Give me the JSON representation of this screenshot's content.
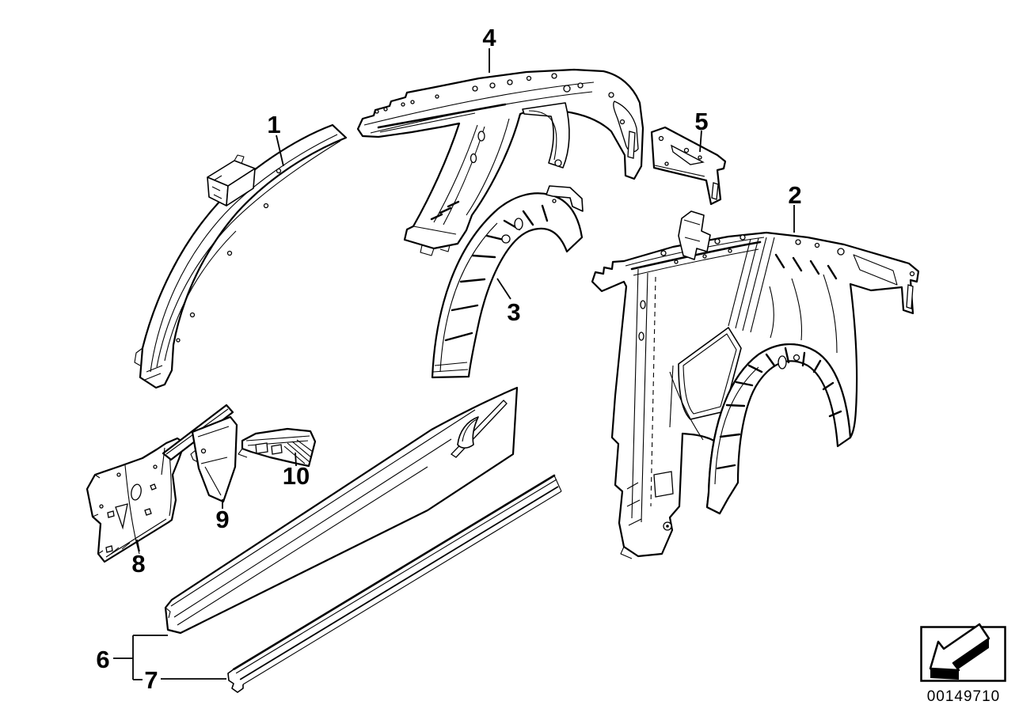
{
  "diagram": {
    "number": "00149710",
    "callouts": [
      {
        "label": "1"
      },
      {
        "label": "2"
      },
      {
        "label": "3"
      },
      {
        "label": "4"
      },
      {
        "label": "5"
      },
      {
        "label": "6"
      },
      {
        "label": "7"
      },
      {
        "label": "8"
      },
      {
        "label": "9"
      },
      {
        "label": "10"
      }
    ]
  },
  "icons": {
    "direction_arrow": "view-direction-arrow"
  },
  "colors": {
    "line": "#000000",
    "background": "#ffffff"
  }
}
